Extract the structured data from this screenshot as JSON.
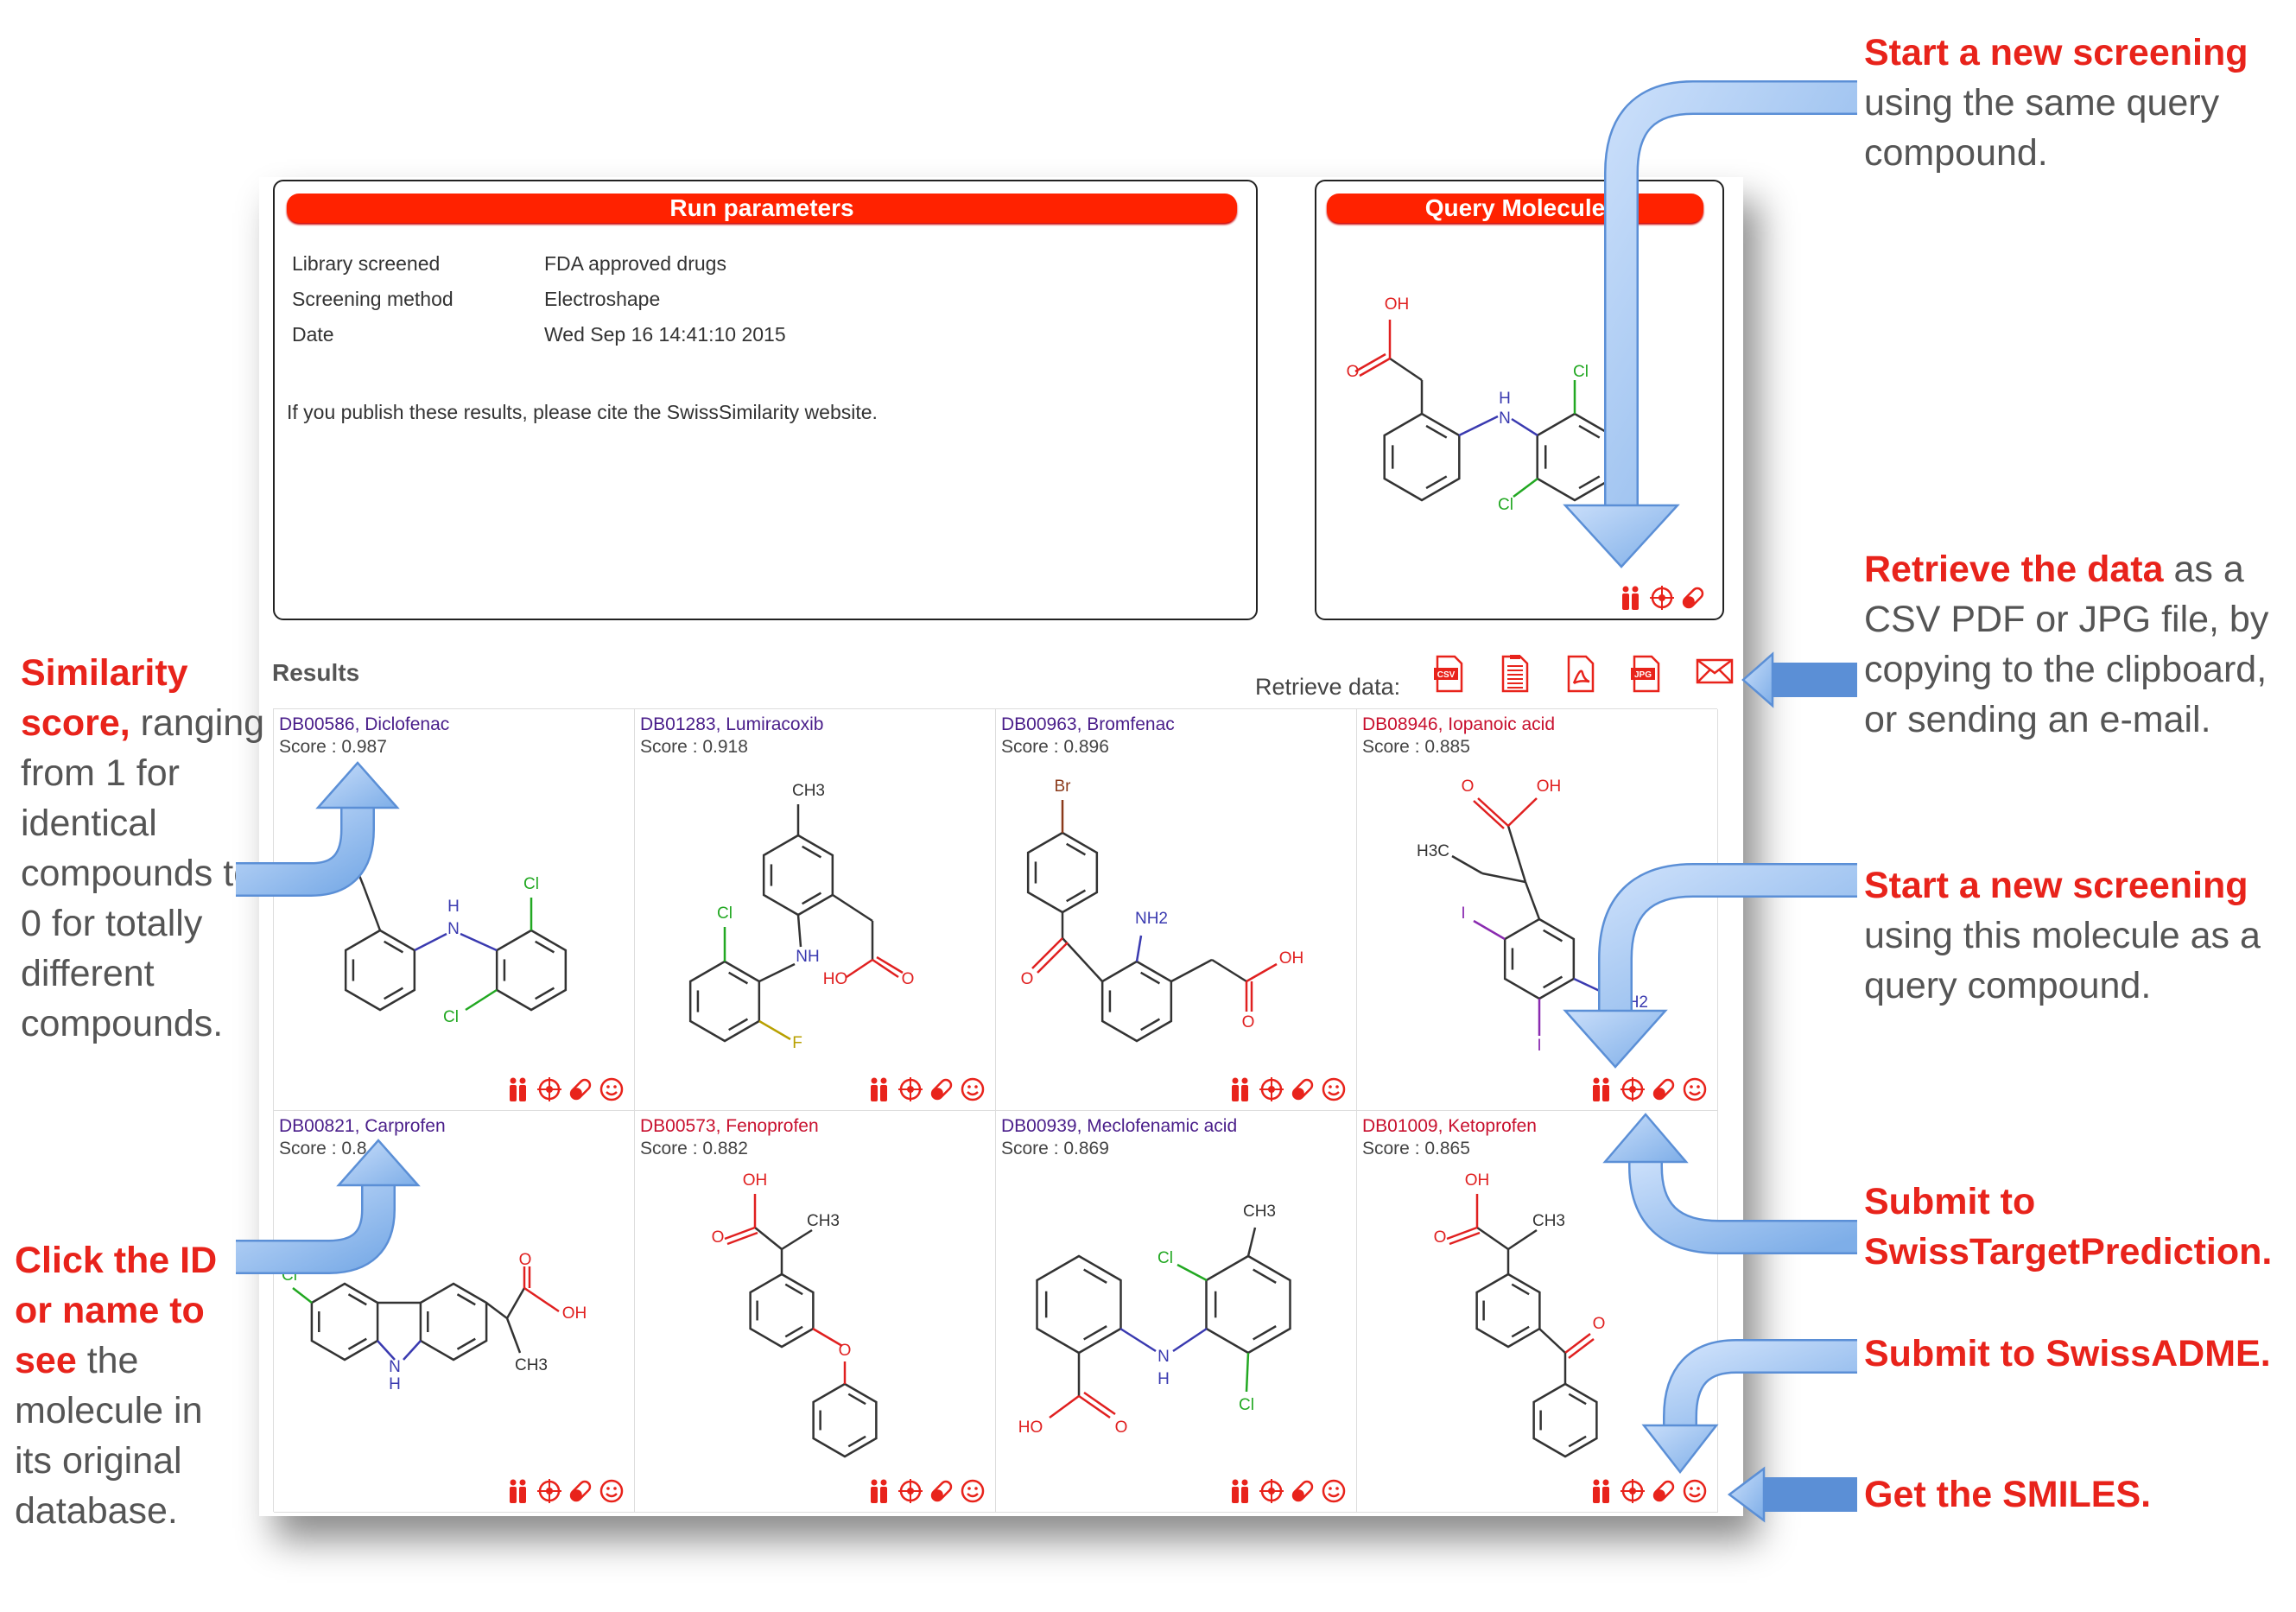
{
  "run_parameters": {
    "title": "Run parameters",
    "rows": [
      {
        "label": "Library screened",
        "value": "FDA approved drugs"
      },
      {
        "label": "Screening method",
        "value": "Electroshape"
      },
      {
        "label": "Date",
        "value": "Wed Sep 16 14:41:10 2015"
      }
    ],
    "citation": "If you publish these results, please cite the SwissSimilarity website."
  },
  "query": {
    "title": "Query Molecule",
    "atoms": [
      "OH",
      "O",
      "H",
      "N",
      "Cl",
      "Cl"
    ],
    "actions": [
      "people-icon",
      "target-icon",
      "pill-icon"
    ]
  },
  "results_section": {
    "title": "Results",
    "retrieve_label": "Retrieve data:",
    "retrieve_icons": [
      "csv-file-icon",
      "clipboard-icon",
      "pdf-file-icon",
      "jpg-file-icon",
      "mail-icon"
    ]
  },
  "colors": {
    "accent": "#ff2200",
    "visited_link": "#4a1e8a",
    "link": "#c8102e",
    "annotation_red": "#e8231b",
    "arrow_blue": "#9cc3f2"
  },
  "results": [
    {
      "link": "DB00586, Diclofenac",
      "score": "Score : 0.987",
      "link_color": "#4a1e8a",
      "atoms": [
        "H",
        "N",
        "Cl",
        "Cl"
      ]
    },
    {
      "link": "DB01283, Lumiracoxib",
      "score": "Score : 0.918",
      "link_color": "#4a1e8a",
      "atoms": [
        "CH3",
        "Cl",
        "NH",
        "HO",
        "O",
        "F"
      ]
    },
    {
      "link": "DB00963, Bromfenac",
      "score": "Score : 0.896",
      "link_color": "#4a1e8a",
      "atoms": [
        "Br",
        "O",
        "NH2",
        "OH",
        "O"
      ]
    },
    {
      "link": "DB08946, Iopanoic acid",
      "score": "Score : 0.885",
      "link_color": "#c8102e",
      "atoms": [
        "O",
        "OH",
        "H3C",
        "I",
        "I",
        "NH2"
      ]
    },
    {
      "link": "DB00821, Carprofen",
      "score": "Score : 0.8",
      "link_color": "#4a1e8a",
      "atoms": [
        "Cl",
        "O",
        "OH",
        "CH3",
        "N",
        "H"
      ]
    },
    {
      "link": "DB00573, Fenoprofen",
      "score": "Score : 0.882",
      "link_color": "#c8102e",
      "atoms": [
        "OH",
        "O",
        "CH3",
        "O"
      ]
    },
    {
      "link": "DB00939, Meclofenamic acid",
      "score": "Score : 0.869",
      "link_color": "#4a1e8a",
      "atoms": [
        "CH3",
        "Cl",
        "N",
        "H",
        "Cl",
        "HO",
        "O"
      ]
    },
    {
      "link": "DB01009, Ketoprofen",
      "score": "Score : 0.865",
      "link_color": "#c8102e",
      "atoms": [
        "OH",
        "O",
        "CH3",
        "O"
      ]
    }
  ],
  "result_actions": [
    "people-icon",
    "target-icon",
    "pill-icon",
    "smiley-icon"
  ],
  "annotations": {
    "new_screening_same": {
      "bold": "Start a new screening",
      "rest": " using the same query compound."
    },
    "retrieve": {
      "bold": "Retrieve the data",
      "rest": " as a CSV PDF or JPG file, by copying to the clipboard, or sending an e-mail."
    },
    "new_screening_this": {
      "bold": "Start a new screening",
      "rest": " using this molecule as a query compound."
    },
    "swisstarget": {
      "bold": "Submit to SwissTargetPrediction.",
      "rest": ""
    },
    "swissadme": {
      "bold": "Submit to SwissADME.",
      "rest": ""
    },
    "smiles": {
      "bold": "Get the SMILES.",
      "rest": ""
    },
    "similarity": {
      "bold": "Similarity score,",
      "rest": " ranging from 1 for identical compounds to 0 for totally different compounds."
    },
    "click_id": {
      "bold": "Click the ID or name to see",
      "rest": " the molecule in its original database."
    }
  }
}
